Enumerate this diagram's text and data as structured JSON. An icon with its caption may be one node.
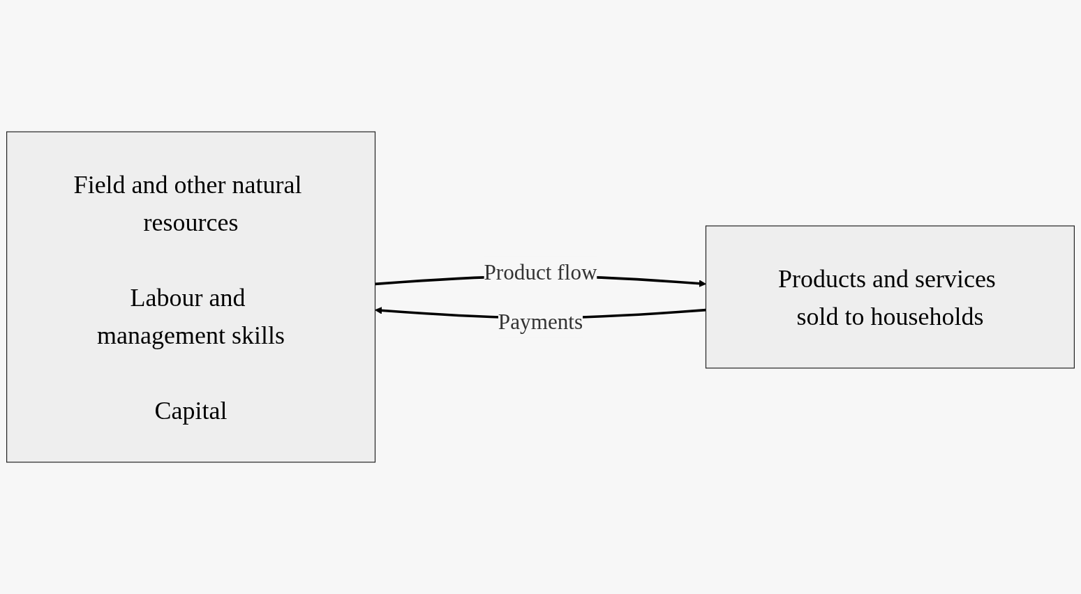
{
  "diagram": {
    "nodes": [
      {
        "text": [
          "Field and other natural resources",
          "Labour and management skills",
          "Capital"
        ]
      },
      {
        "text": [
          "Products and services sold to households"
        ]
      }
    ],
    "edges": [
      {
        "from": 0,
        "to": 1,
        "arrow": "to",
        "label": "Product flow"
      },
      {
        "from": 1,
        "to": 0,
        "arrow": "to",
        "label": "Payments"
      }
    ]
  }
}
